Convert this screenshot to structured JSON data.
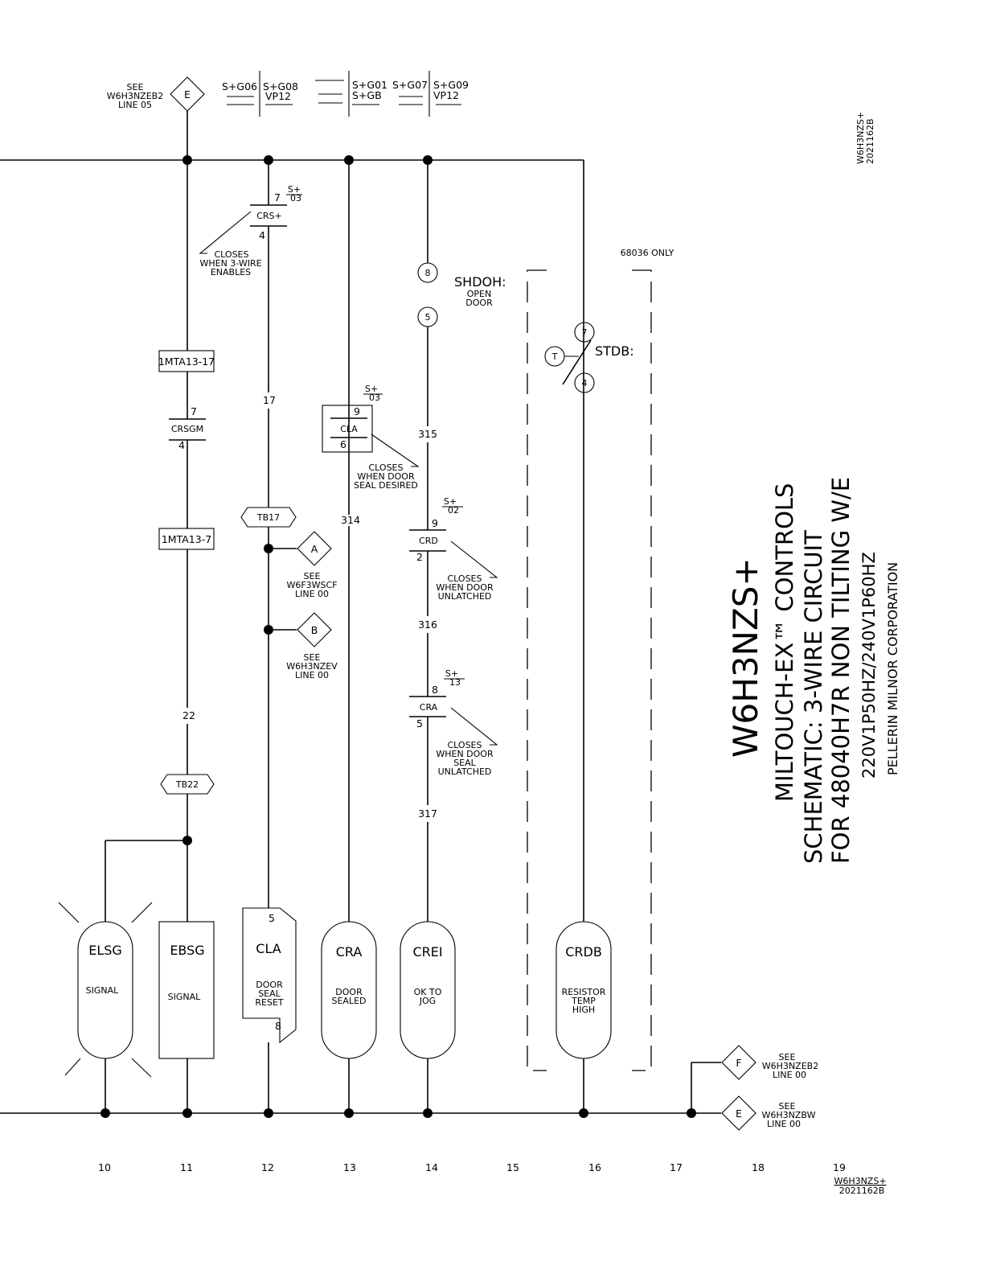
{
  "refs": {
    "top_see": [
      "SEE",
      "W6H3NZEB2",
      "LINE 05"
    ],
    "top_tag": "E",
    "a_see": [
      "SEE",
      "W6F3WSCF",
      "LINE 00"
    ],
    "a_tag": "A",
    "b_see": [
      "SEE",
      "W6H3NZEV",
      "LINE 00"
    ],
    "b_tag": "B",
    "f_see": [
      "SEE",
      "W6H3NZEB2",
      "LINE 00"
    ],
    "f_tag": "F",
    "e2_see": [
      "SEE",
      "W6H3NZBW",
      "LINE 00"
    ],
    "e2_tag": "E"
  },
  "sheet_refs": {
    "g1a": "S+G06",
    "g1b": "S+G08",
    "g1c": "VP12",
    "g2a": "S+G01",
    "g2b": "S+GB",
    "g3a": "S+G07",
    "g3b": "S+G09",
    "g3c": "VP12"
  },
  "side_code": [
    "W6H3NZS+",
    "2021162B"
  ],
  "contacts": {
    "crs": {
      "name": "CRS+",
      "top": "7",
      "bottom": "4",
      "ref_num": "S+",
      "ref_den": "03",
      "note": [
        "CLOSES",
        "WHEN 3-WIRE",
        "ENABLES"
      ]
    },
    "crsgm": {
      "name": "CRSGM",
      "top": "7",
      "bottom": "4"
    },
    "cla": {
      "name": "CLA",
      "top": "9",
      "bottom": "6",
      "ref_num": "S+",
      "ref_den": "03",
      "note": [
        "CLOSES",
        "WHEN DOOR",
        "SEAL DESIRED"
      ]
    },
    "crd": {
      "name": "CRD",
      "top": "9",
      "bottom": "2",
      "ref_num": "S+",
      "ref_den": "02",
      "note": [
        "CLOSES",
        "WHEN DOOR",
        "UNLATCHED"
      ]
    },
    "cra": {
      "name": "CRA",
      "top": "8",
      "bottom": "5",
      "ref_num": "S+",
      "ref_den": "13",
      "note": [
        "CLOSES",
        "WHEN DOOR",
        "SEAL",
        "UNLATCHED"
      ]
    }
  },
  "wires": {
    "w17": "17",
    "w22": "22",
    "w314": "314",
    "w315": "315",
    "w316": "316",
    "w317": "317"
  },
  "terminals": {
    "t1": "1MTA13-17",
    "t2": "1MTA13-7",
    "tb17": "TB17",
    "tb22": "TB22"
  },
  "door_switch": {
    "name": "SHDOH:",
    "desc": [
      "OPEN",
      "DOOR"
    ],
    "top": "8",
    "bottom": "5"
  },
  "thermal": {
    "label": "68036 ONLY",
    "name": "STDB:",
    "t": "T",
    "top": "7",
    "bottom": "4"
  },
  "loads": {
    "elsg": {
      "name": "ELSG",
      "desc": [
        "SIGNAL"
      ]
    },
    "ebsg": {
      "name": "EBSG",
      "desc": [
        "SIGNAL"
      ]
    },
    "cla": {
      "name": "CLA",
      "desc": [
        "DOOR",
        "SEAL",
        "RESET"
      ],
      "top": "5",
      "bottom": "8"
    },
    "cra": {
      "name": "CRA",
      "desc": [
        "DOOR",
        "SEALED"
      ]
    },
    "crei": {
      "name": "CREI",
      "desc": [
        "OK TO",
        "JOG"
      ]
    },
    "crdb": {
      "name": "CRDB",
      "desc": [
        "RESISTOR",
        "TEMP",
        "HIGH"
      ]
    }
  },
  "line_numbers": [
    "10",
    "11",
    "12",
    "13",
    "14",
    "15",
    "16",
    "17",
    "18",
    "19"
  ],
  "title_block": {
    "model": "W6H3NZS+",
    "line1": "MILTOUCH-EX™ CONTROLS",
    "line2": "SCHEMATIC: 3-WIRE CIRCUIT",
    "line3": "FOR 48040H7R NON TILTING W/E",
    "line4": "220V1P50HZ/240V1P60HZ",
    "line5": "PELLERIN MILNOR CORPORATION"
  },
  "footer_code": [
    "W6H3NZS+",
    "2021162B"
  ]
}
